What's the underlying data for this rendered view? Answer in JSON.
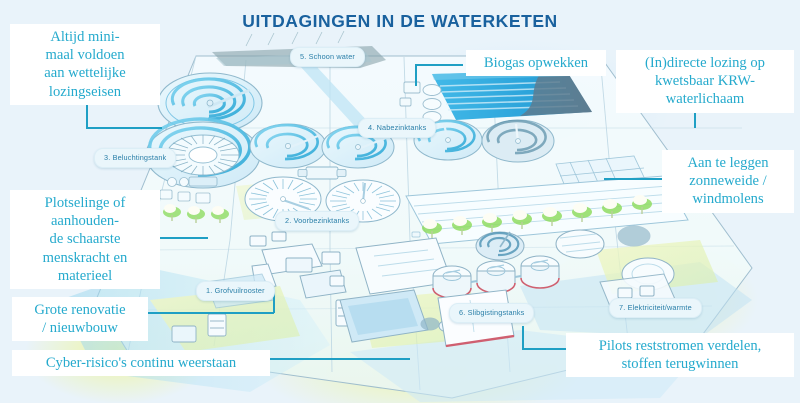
{
  "page": {
    "title": "UITDAGINGEN IN DE WATERKETEN",
    "background_color": "#e9f3fa",
    "title_color": "#19619e",
    "callout_color": "#25aacd",
    "tag_text_color": "#2a7fa8",
    "connector_color": "#1f9fc4"
  },
  "callouts": [
    {
      "id": "lozingseisen",
      "text": "Altijd mini-\nmaal voldoen\naan wettelijke\nlozingseisen"
    },
    {
      "id": "menskracht",
      "text": "Plotselinge of\naanhouden-\nde schaarste\nmenskracht en\nmaterieel"
    },
    {
      "id": "renovatie",
      "text": "Grote renovatie\n/ nieuwbouw"
    },
    {
      "id": "cyber",
      "text": "Cyber-risico's continu weerstaan"
    },
    {
      "id": "biogas",
      "text": "Biogas opwekken"
    },
    {
      "id": "krw",
      "text": "(In)directe lozing op\nkwetsbaar KRW-\nwaterlichaam"
    },
    {
      "id": "zonneweide",
      "text": "Aan te leggen\nzonneweide /\nwindmolens"
    },
    {
      "id": "reststromen",
      "text": "Pilots reststromen verdelen,\nstoffen terugwinnen"
    }
  ],
  "process_tags": [
    {
      "number": "1",
      "label": "1. Grofvuilrooster"
    },
    {
      "number": "2",
      "label": "2. Voorbezinktanks"
    },
    {
      "number": "3",
      "label": "3. Beluchtingstank"
    },
    {
      "number": "4",
      "label": "4. Nabezinktanks"
    },
    {
      "number": "5",
      "label": "5. Schoon water"
    },
    {
      "number": "6",
      "label": "6. Slibgistingstanks"
    },
    {
      "number": "7",
      "label": "7. Elektriciteit/warmte"
    }
  ]
}
